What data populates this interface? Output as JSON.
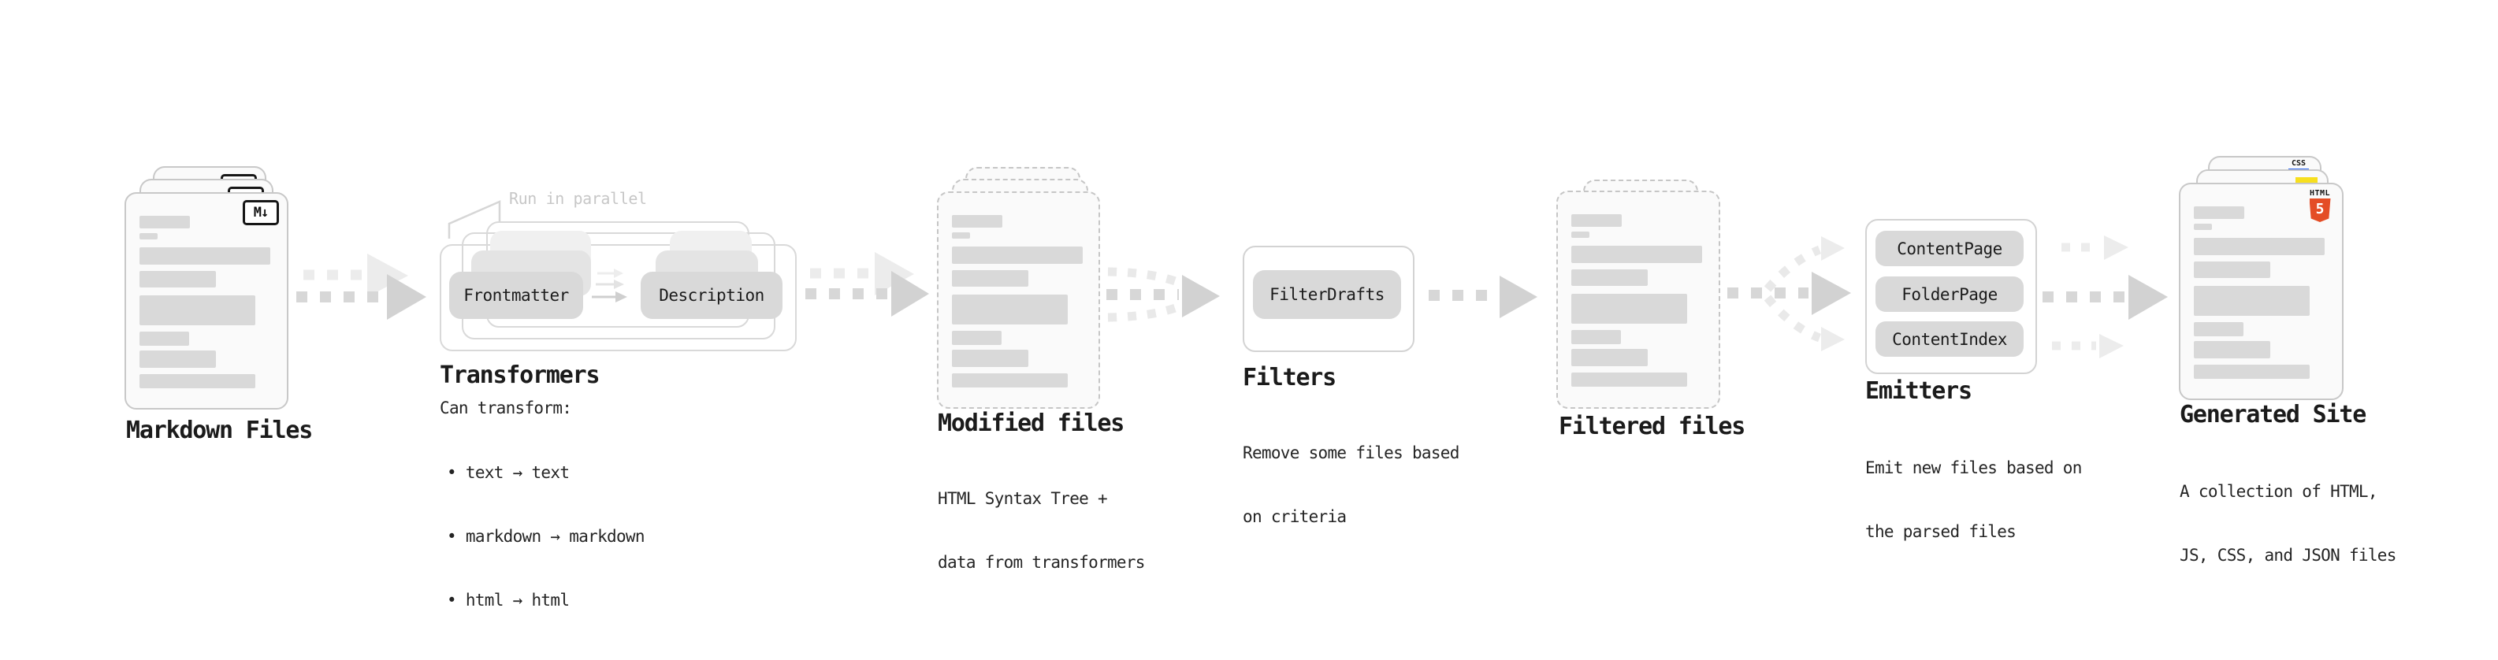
{
  "stages": {
    "markdown": {
      "title": "Markdown Files"
    },
    "transformers": {
      "title": "Transformers",
      "note": "Run in parallel",
      "desc": "Can transform:",
      "bullets": [
        "• text → text",
        "• markdown → markdown",
        "• html → html"
      ],
      "pills": [
        "Frontmatter",
        "Description"
      ]
    },
    "modified": {
      "title": "Modified files",
      "desc_lines": [
        "HTML Syntax Tree +",
        "data from transformers"
      ]
    },
    "filters": {
      "title": "Filters",
      "desc_lines": [
        "Remove some files based",
        "on criteria"
      ],
      "pills": [
        "FilterDrafts"
      ]
    },
    "filtered": {
      "title": "Filtered files"
    },
    "emitters": {
      "title": "Emitters",
      "desc_lines": [
        "Emit new files based on",
        "the parsed files"
      ],
      "pills": [
        "ContentPage",
        "FolderPage",
        "ContentIndex"
      ]
    },
    "generated": {
      "title": "Generated Site",
      "desc_lines": [
        "A collection of HTML,",
        "JS, CSS, and JSON files"
      ]
    }
  },
  "icons": {
    "markdown_badge": "M↓",
    "html5_badge": {
      "label": "HTML",
      "number": "5"
    },
    "css_badge": "CSS"
  },
  "colors": {
    "html5_orange": "#e44d26",
    "js_yellow": "#f7df1e",
    "css_blue": "#2965f1",
    "pill_gray": "#d9d9d9",
    "bar_gray": "#d9d9d9",
    "arrow_gray": "#d2d2d2"
  }
}
